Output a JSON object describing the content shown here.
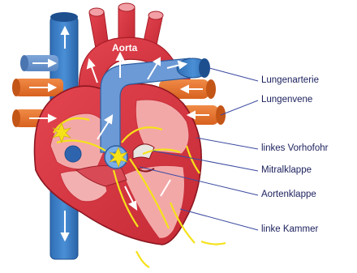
{
  "labels": {
    "aorta": "Aorta",
    "lungenarterie": "Lungenarterie",
    "lungenvene": "Lungenvene",
    "vorhof": "linkes Vorhofohr",
    "mitralklappe": "Mitralklappe",
    "aortenklappe": "Aortenklappe",
    "kammer": "linke Kammer"
  },
  "colors": {
    "heart_red": "#d8343e",
    "heart_dark": "#b01f2a",
    "chamber_pink": "#f0a0a0",
    "vein_blue": "#3c7fc4",
    "vein_dark": "#1d4f8f",
    "lung_vein_orange": "#e8742e",
    "label_text": "#1a1f5c",
    "leader_line": "#3b4aa0",
    "signal_yellow": "#f5e21a"
  }
}
